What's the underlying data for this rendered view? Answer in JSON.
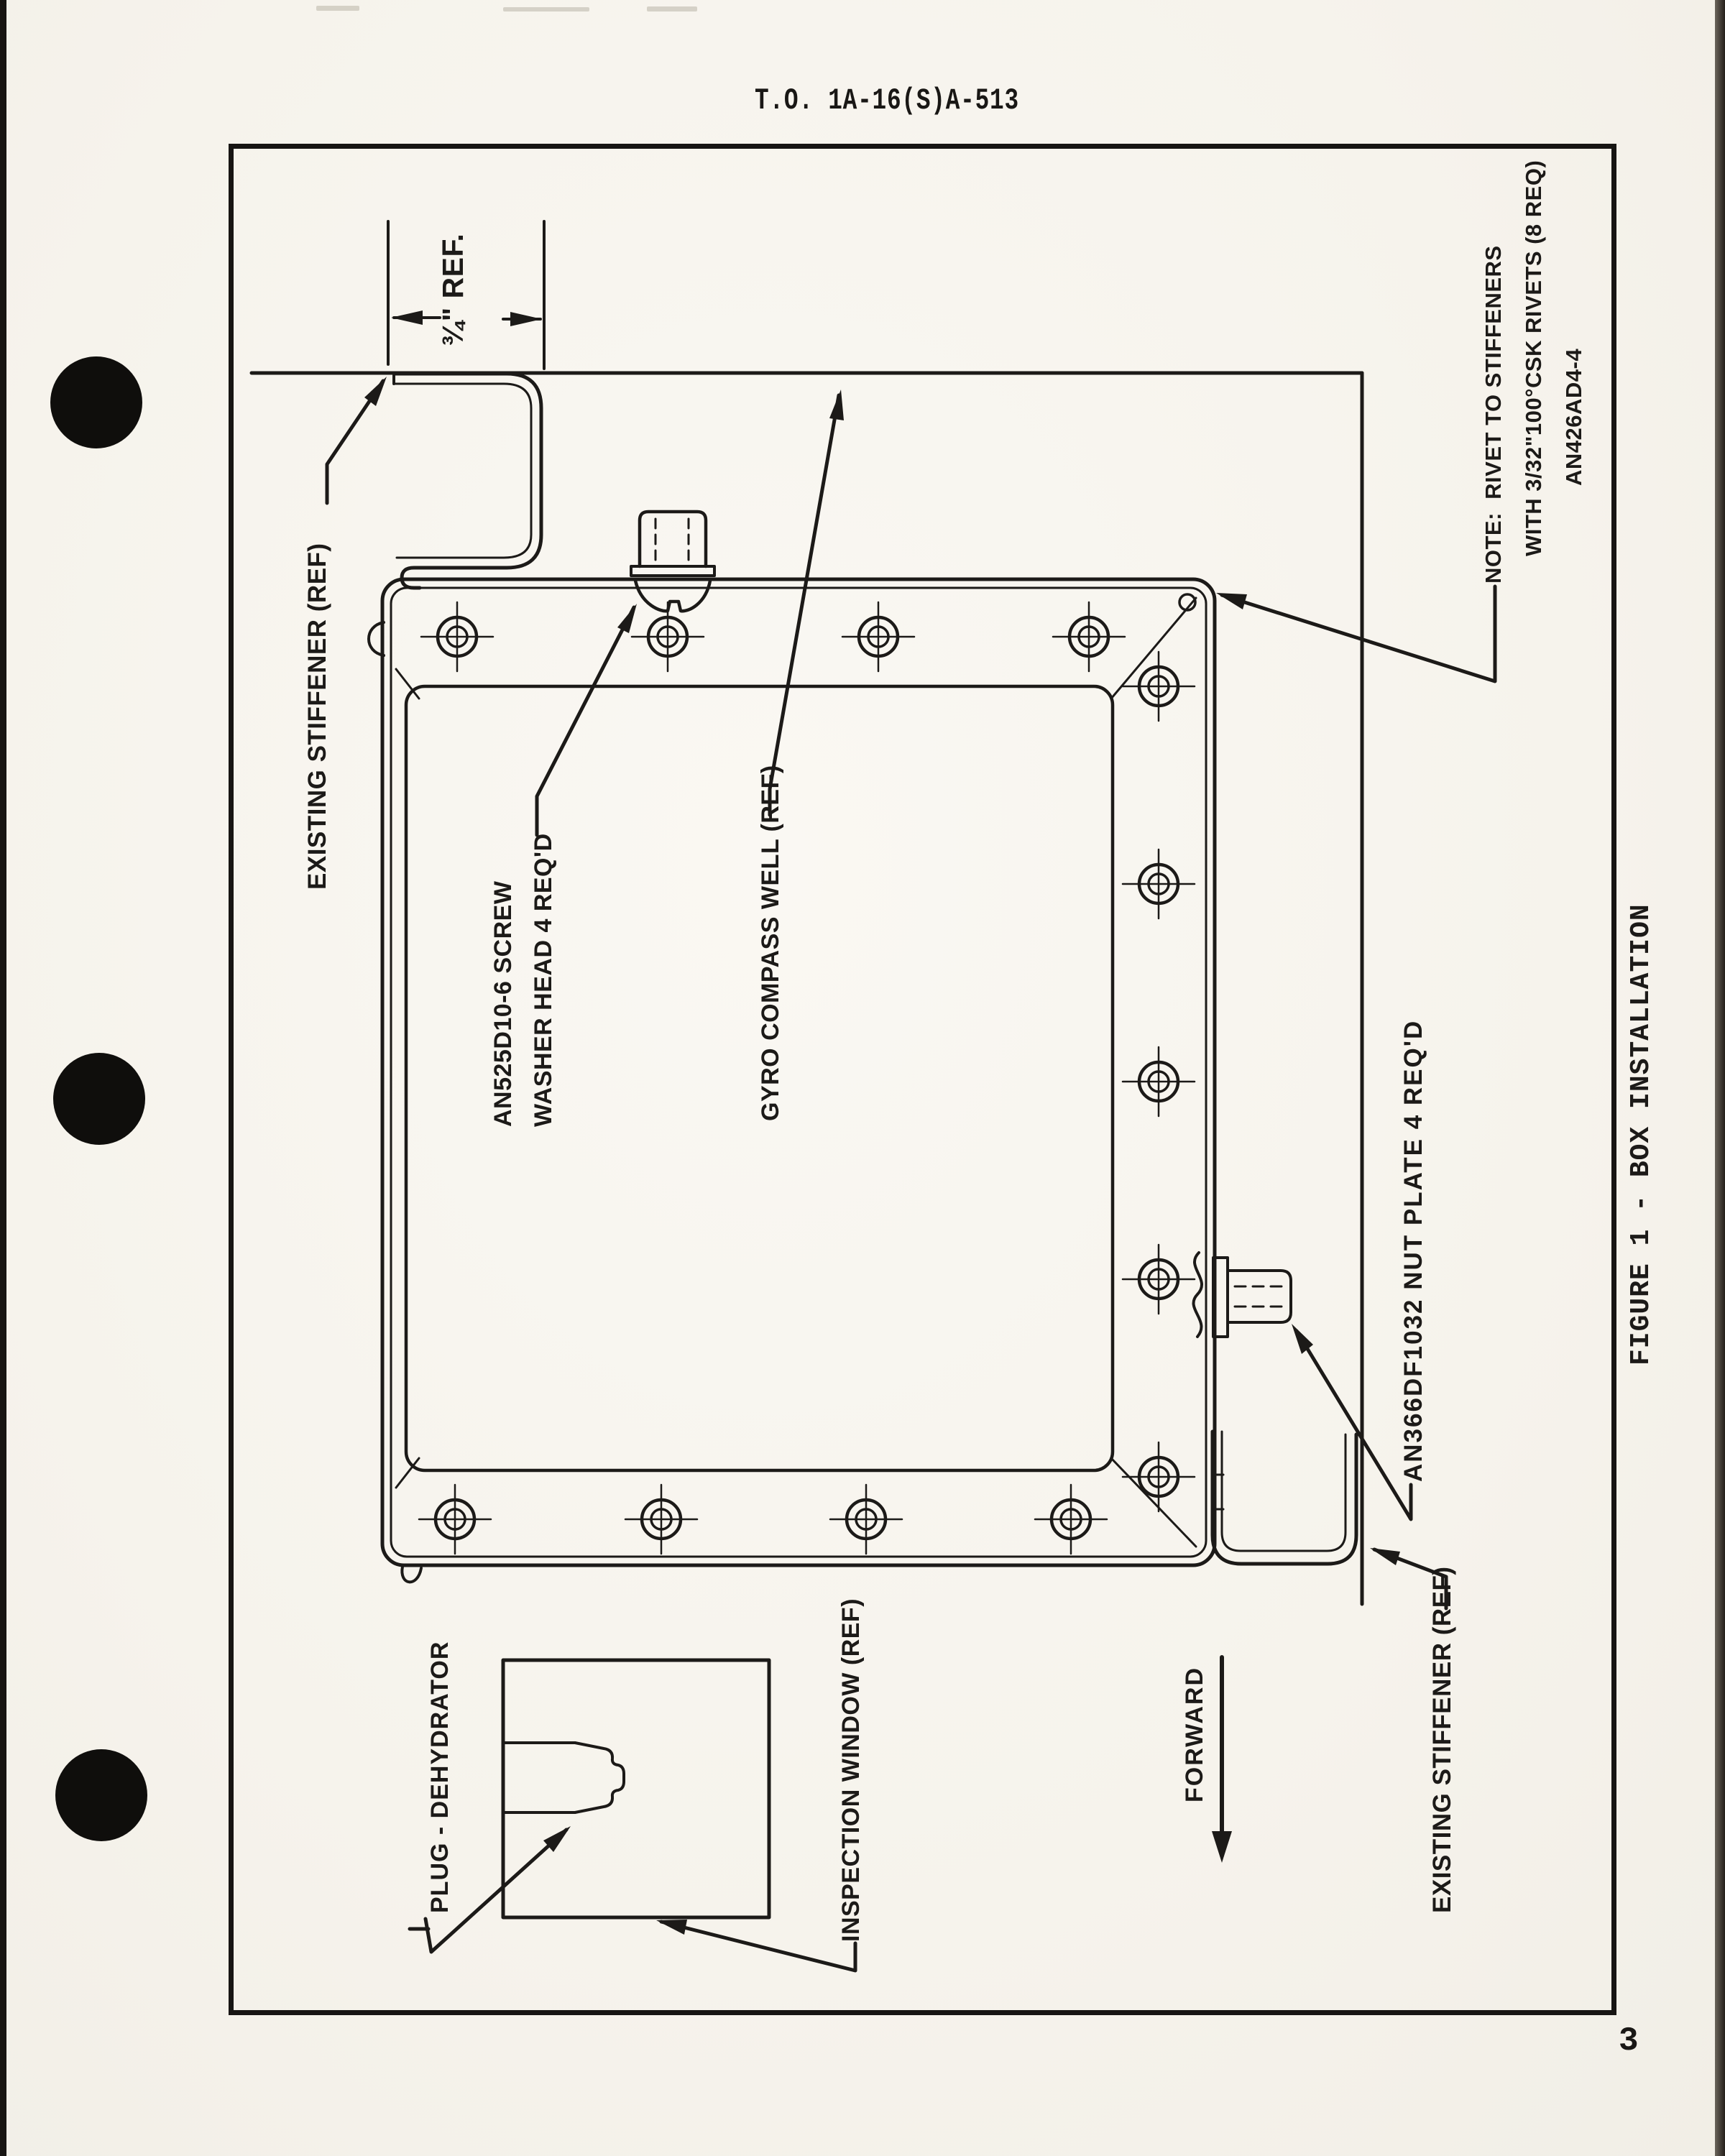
{
  "document": {
    "header_code": "T.O. 1A-16(S)A-513",
    "figure_caption": "FIGURE 1 - BOX INSTALLATION",
    "page_number": "3"
  },
  "drawing": {
    "dimension_label": "¾\" REF.",
    "stiffener_top_label": "EXISTING STIFFENER (REF)",
    "screw_label": "AN525D10-6 SCREW\nWASHER HEAD 4 REQ'D",
    "gyro_well_label": "GYRO COMPASS WELL (REF)",
    "note_line1": "NOTE:  RIVET TO STIFFENERS",
    "note_line2": "WITH 3/32\"100°CSK RIVETS (8 REQ)",
    "note_line3": "AN426AD4-4",
    "nut_plate_label": "AN366DF1032 NUT PLATE 4 REQ'D",
    "plug_label": "PLUG - DEHYDRATOR",
    "inspection_window_label": "INSPECTION WINDOW (REF)",
    "forward_label": "FORWARD",
    "stiffener_bottom_label": "EXISTING STIFFENER (REF)"
  }
}
